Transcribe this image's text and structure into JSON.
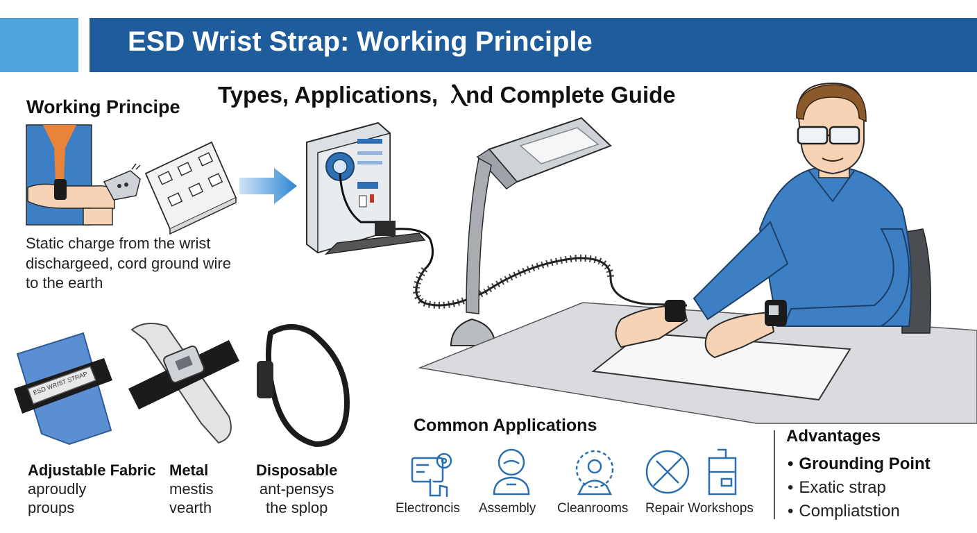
{
  "header": {
    "title": "ESD Wrist Strap: Working Principle",
    "subtitle": "Types, Applications,  Ⲗnd Complete Guide",
    "accent_color": "#4ea3dc",
    "bar_color": "#1f5c9b"
  },
  "working_principle": {
    "heading": "Working Principe",
    "description_lines": [
      "Static charge from the wrist",
      "dischargeed, cord ground wire",
      "to the earth"
    ]
  },
  "strap_types": [
    {
      "title": "Adjustable Fabric",
      "lines": [
        "aproudly",
        "proups"
      ],
      "icon": "fabric-strap-icon"
    },
    {
      "title": "Metal",
      "lines": [
        "mestis",
        "vearth"
      ],
      "icon": "metal-strap-icon"
    },
    {
      "title": "Disposable",
      "lines": [
        "ant-pensys",
        "the splop"
      ],
      "icon": "disposable-strap-icon"
    }
  ],
  "strap_print": {
    "fabric": "ESD WRIST STRAP"
  },
  "applications": {
    "heading": "Common Applications",
    "items": [
      {
        "label": "Electroncis",
        "icon": "electronics-icon"
      },
      {
        "label": "Assembly",
        "icon": "assembly-icon"
      },
      {
        "label": "Cleanrooms",
        "icon": "cleanroom-icon"
      },
      {
        "label": "Repair Workshops",
        "icon": "repair-icon"
      }
    ],
    "icon_color": "#2a6fb0"
  },
  "advantages": {
    "heading": "Advantages",
    "items": [
      {
        "label": "Grounding Point",
        "bold": true
      },
      {
        "label": "Exatic strap",
        "bold": false
      },
      {
        "label": "Compliatstion",
        "bold": false
      }
    ]
  },
  "colors": {
    "shirt": "#3d7fc4",
    "skin": "#f6d3b5",
    "strap_black": "#1b1b1b",
    "fabric_blue": "#5b8fd1",
    "arrow": "#2f86d3"
  }
}
